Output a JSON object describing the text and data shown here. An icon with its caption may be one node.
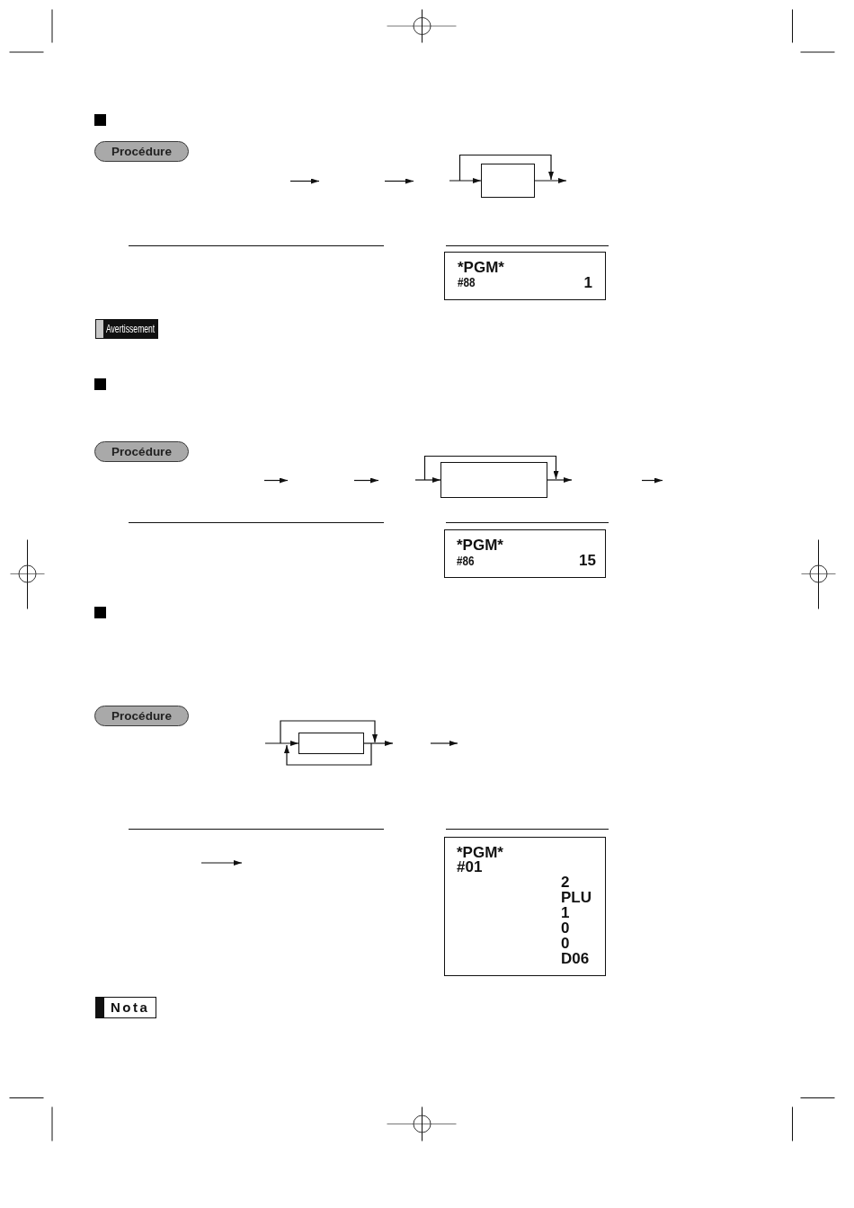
{
  "diagram": {
    "nodes": [
      {
        "text": [
          "Procédure"
        ]
      },
      {
        "text": [],
        "shape": "box"
      },
      {
        "text": [
          "*PGM*",
          "#88",
          "1"
        ]
      },
      {
        "text": [
          "Avertissement"
        ]
      },
      {
        "text": [
          "Procédure"
        ]
      },
      {
        "text": [],
        "shape": "box"
      },
      {
        "text": [
          "*PGM*",
          "#86",
          "15"
        ]
      },
      {
        "text": [
          "Procédure"
        ]
      },
      {
        "text": [],
        "shape": "box"
      },
      {
        "text": [
          "*PGM*",
          "#01",
          "2",
          "PLU",
          "1",
          "0",
          "0",
          "D06"
        ]
      },
      {
        "text": [
          "Nota"
        ]
      }
    ],
    "edges": [
      {
        "from": null,
        "to": 1,
        "arrow": "to"
      },
      {
        "from": 1,
        "to": null,
        "arrow": "to"
      },
      {
        "from": null,
        "to": 5,
        "arrow": "to"
      },
      {
        "from": 5,
        "to": null,
        "arrow": "to"
      },
      {
        "from": null,
        "to": 8,
        "arrow": "to"
      },
      {
        "from": 8,
        "to": null,
        "arrow": "to"
      }
    ]
  }
}
